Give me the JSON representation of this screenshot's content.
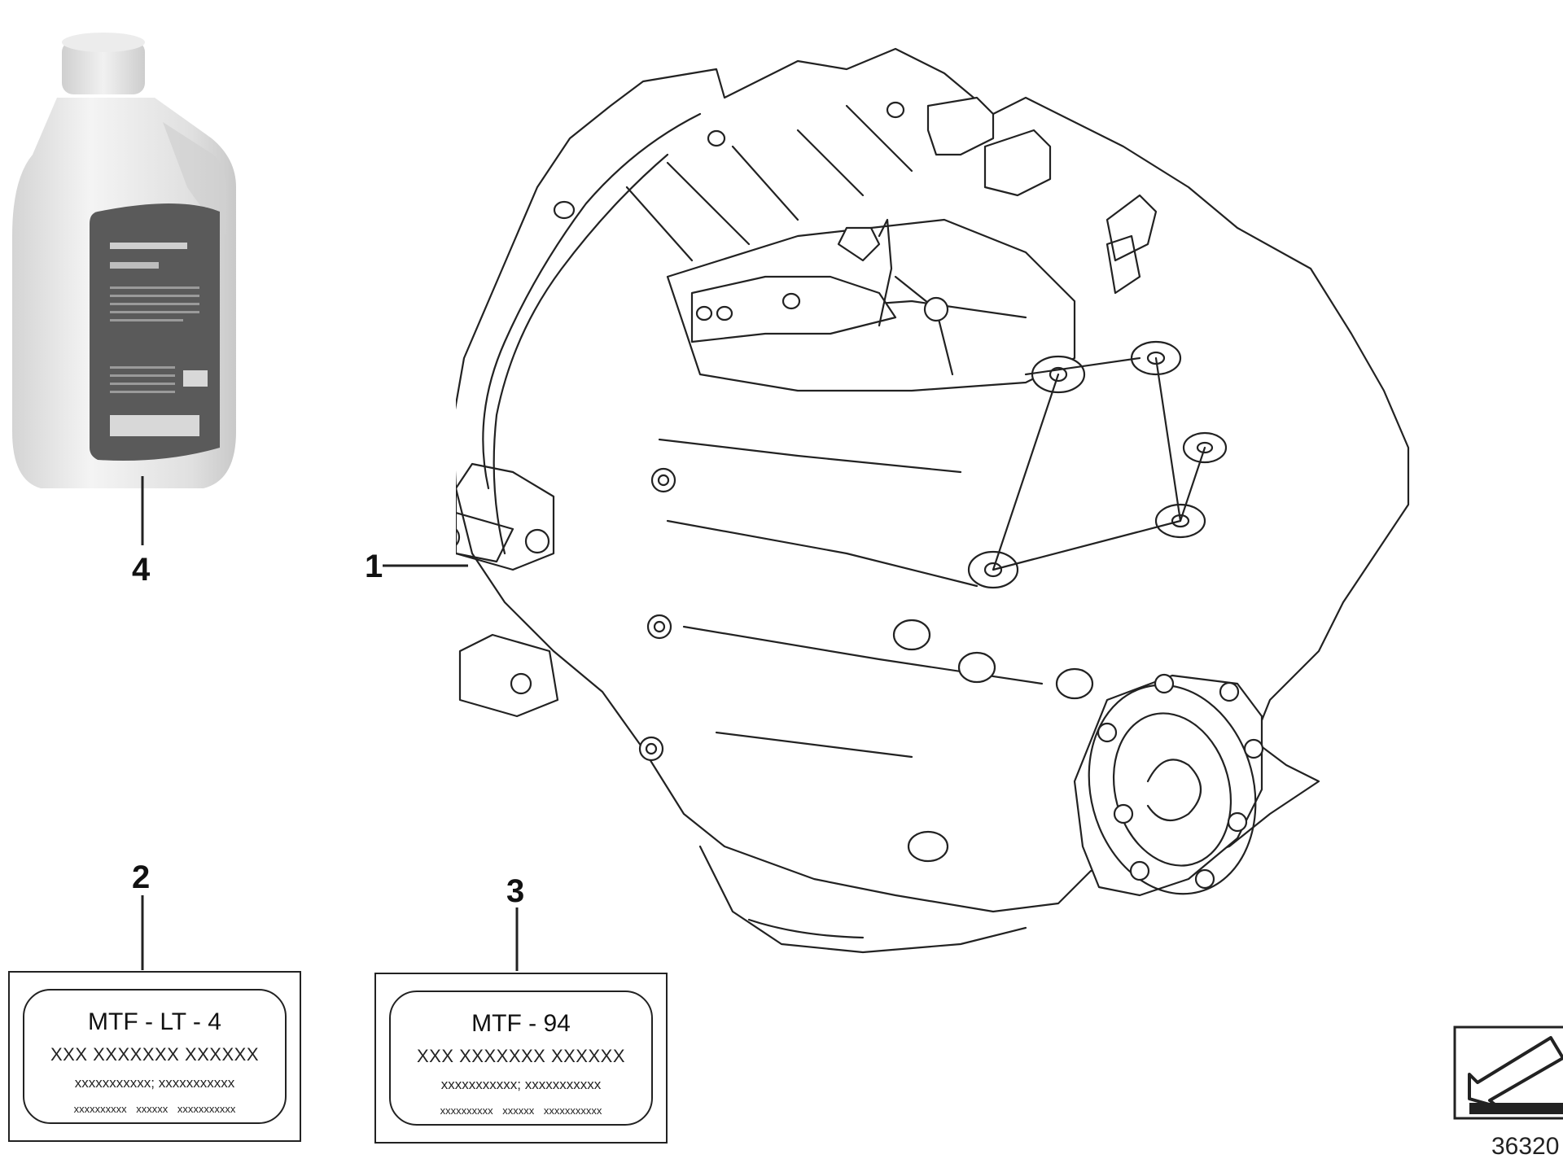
{
  "callouts": {
    "part_1": "1",
    "part_2": "2",
    "part_3": "3",
    "part_4": "4"
  },
  "labels": {
    "label_2": {
      "title": "MTF - LT - 4",
      "line1": "XXX XXXXXXX XXXXXX",
      "line2": "xxxxxxxxxxx; xxxxxxxxxxx",
      "line3": "xxxxxxxxxx xxxxxx xxxxxxxxxxx"
    },
    "label_3": {
      "title": "MTF - 94",
      "line1": "XXX XXXXXXX XXXXXX",
      "line2": "xxxxxxxxxxx; xxxxxxxxxxx",
      "line3": "xxxxxxxxxx xxxxxx xxxxxxxxxxx"
    }
  },
  "drawing_number": "36320",
  "icons": {
    "bottle": "oil-bottle-icon",
    "transmission": "manual-transmission-icon",
    "orientation": "orientation-arrow-icon"
  },
  "colors": {
    "line": "#222222",
    "bottle_body": "#e6e6e6",
    "bottle_label": "#555555"
  }
}
